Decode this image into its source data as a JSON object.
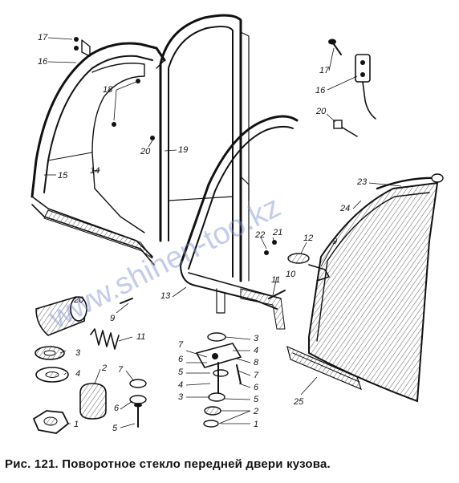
{
  "caption": "Рис. 121. Поворотное стекло передней двери кузова.",
  "watermark": "www.shinen-too.kz",
  "callouts": {
    "c17a": "17",
    "c16a": "16",
    "c18": "18",
    "c20a": "20",
    "c19": "19",
    "c15": "15",
    "c14": "14",
    "c17b": "17",
    "c16b": "16",
    "c20b": "20",
    "c23": "23",
    "c24": "24",
    "c22": "22",
    "c21": "21",
    "c12": "12",
    "c9a": "9",
    "c10": "10",
    "c11a": "11",
    "c13": "13",
    "c20c": "20",
    "c9b": "9",
    "c11b": "11",
    "c3a": "3",
    "c4a": "4",
    "c2": "2",
    "c7a": "7",
    "c1a": "1",
    "c6a": "6",
    "c5a": "5",
    "c7b": "7",
    "c6b": "6",
    "c5b": "5",
    "c4b": "4",
    "c3b": "3",
    "c3c": "3",
    "c4c": "4",
    "c8": "8",
    "c7c": "7",
    "c6c": "6",
    "c5c": "5",
    "c2b": "2",
    "c1b": "1",
    "c25": "25"
  }
}
